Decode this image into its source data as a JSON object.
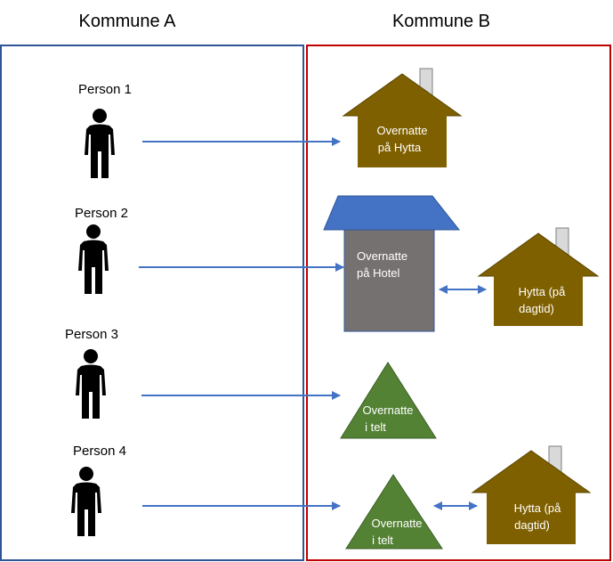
{
  "headers": {
    "left": "Kommune A",
    "right": "Kommune B"
  },
  "persons": [
    {
      "label": "Person 1"
    },
    {
      "label": "Person 2"
    },
    {
      "label": "Person 3"
    },
    {
      "label": "Person 4"
    }
  ],
  "places": {
    "cabin1": {
      "line1": "Overnatte",
      "line2": "på Hytta"
    },
    "hotel": {
      "line1": "Overnatte",
      "line2": "på Hotel"
    },
    "cabin2": {
      "line1": "Hytta (på",
      "line2": "dagtid)"
    },
    "tent1": {
      "line1": "Overnatte",
      "line2": "i  telt"
    },
    "tent2": {
      "line1": "Overnatte",
      "line2": "i  telt"
    },
    "cabin3": {
      "line1": "Hytta (på",
      "line2": "dagtid)"
    }
  },
  "colors": {
    "kommune_a_border": "#2f5597",
    "kommune_b_border": "#c00000",
    "arrow": "#4472c4",
    "cabin": "#7f6000",
    "hotel_roof": "#4472c4",
    "hotel_body": "#767171",
    "tent": "#548235",
    "chimney": "#d9d9d9",
    "person": "#000000"
  }
}
